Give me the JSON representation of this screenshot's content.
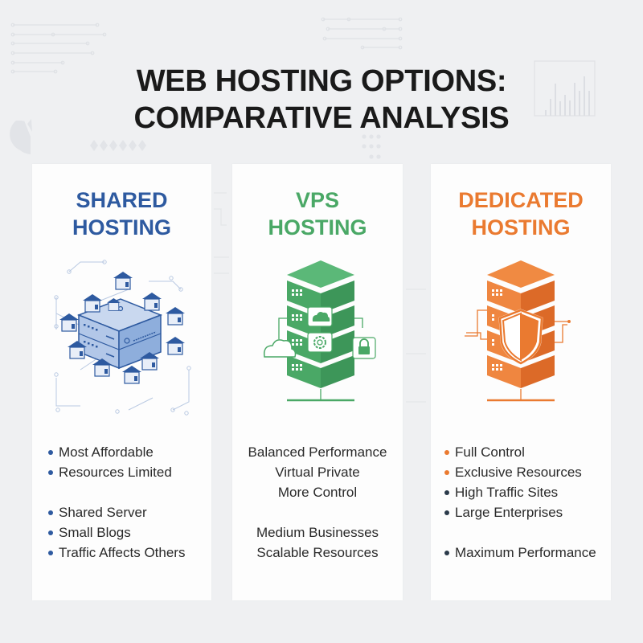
{
  "title": {
    "line1": "WEB HOSTING OPTIONS:",
    "line2": "COMPARATIVE ANALYSIS"
  },
  "colors": {
    "background": "#eff0f2",
    "shared": "#2e5aa0",
    "vps": "#4aa866",
    "dedicated": "#ea7a30",
    "text": "#2a2a2a",
    "dark_bullet": "#2b3a4a"
  },
  "cards": [
    {
      "id": "shared",
      "title_line1": "SHARED",
      "title_line2": "HOSTING",
      "illustration": "shared-server-network-icon",
      "features": [
        {
          "label": "Most Affordable",
          "bullet": "#2e5aa0"
        },
        {
          "label": "Resources Limited",
          "bullet": "#2e5aa0"
        },
        {
          "gap": true
        },
        {
          "label": "Shared Server",
          "bullet": "#2e5aa0"
        },
        {
          "label": "Small Blogs",
          "bullet": "#2e5aa0"
        },
        {
          "label": "Traffic Affects Others",
          "bullet": "#2e5aa0"
        }
      ]
    },
    {
      "id": "vps",
      "title_line1": "VPS",
      "title_line2": "HOSTING",
      "illustration": "vps-server-tower-icon",
      "features": [
        {
          "label": "Balanced Performance"
        },
        {
          "label": "Virtual Private"
        },
        {
          "label": "More Control"
        },
        {
          "gap": true
        },
        {
          "label": "Medium Businesses"
        },
        {
          "label": "Scalable Resources"
        }
      ]
    },
    {
      "id": "dedicated",
      "title_line1": "DEDICATED",
      "title_line2": "HOSTING",
      "illustration": "dedicated-server-shield-icon",
      "features": [
        {
          "label": "Full Control",
          "bullet": "#ea7a30"
        },
        {
          "label": "Exclusive Resources",
          "bullet": "#ea7a30"
        },
        {
          "label": "High Traffic Sites",
          "bullet": "#2b3a4a"
        },
        {
          "label": "Large Enterprises",
          "bullet": "#2b3a4a"
        },
        {
          "gap": true
        },
        {
          "label": "Maximum Performance",
          "bullet": "#2b3a4a"
        }
      ]
    }
  ]
}
